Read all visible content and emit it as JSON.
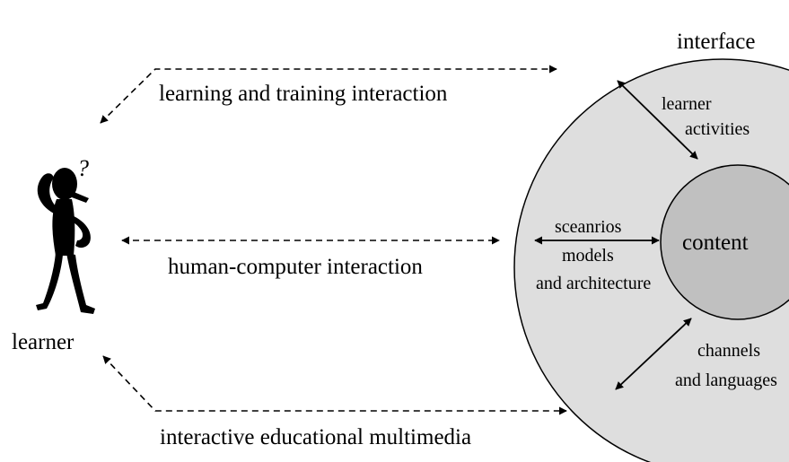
{
  "labels": {
    "interface": "interface",
    "learner_activities_line1": "learner",
    "learner_activities_line2": "activities",
    "content": "content",
    "scenarios_line1": "sceanrios",
    "scenarios_line2": "models",
    "scenarios_line3": "and architecture",
    "channels_line1": "channels",
    "channels_line2": "and languages",
    "learning_interaction": "learning and training interaction",
    "hci": "human-computer interaction",
    "multimedia": "interactive educational multimedia",
    "learner": "learner",
    "question_mark": "?"
  },
  "colors": {
    "interface_fill": "#dedede",
    "content_fill": "#c0c0c0",
    "stroke": "#000000"
  }
}
